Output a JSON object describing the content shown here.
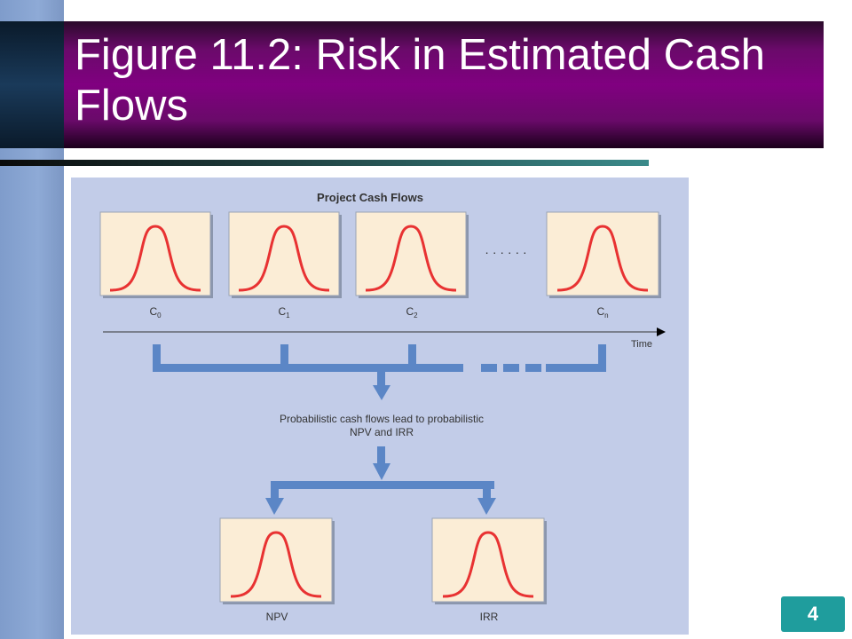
{
  "slide": {
    "title": "Figure 11.2:  Risk in Estimated Cash Flows",
    "page_number": "4"
  },
  "diagram": {
    "heading": "Project Cash Flows",
    "cash_flow_labels": [
      {
        "base": "C",
        "sub": "0"
      },
      {
        "base": "C",
        "sub": "1"
      },
      {
        "base": "C",
        "sub": "2"
      },
      {
        "base": "C",
        "sub": "n"
      }
    ],
    "ellipsis": "· · · · · ·",
    "time_label": "Time",
    "caption_line1": "Probabilistic cash flows lead to probabilistic",
    "caption_line2": "NPV and IRR",
    "output_labels": [
      "NPV",
      "IRR"
    ],
    "colors": {
      "background": "#c2cce8",
      "panel": "#fbedd6",
      "curve": "#e83232",
      "connector": "#5b86c6"
    }
  }
}
